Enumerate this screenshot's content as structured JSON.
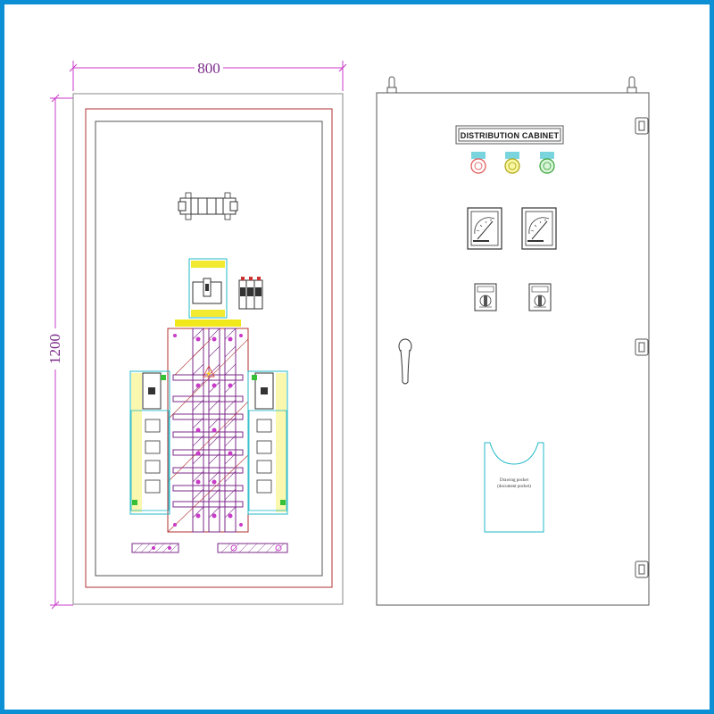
{
  "dimensions": {
    "width_label": "800",
    "height_label": "1200"
  },
  "front_door": {
    "nameplate": "DISTRIBUTION CABINET",
    "indicator_lamps": [
      "lamp-red",
      "lamp-yellow",
      "lamp-green"
    ],
    "meters": [
      "voltmeter",
      "ammeter"
    ],
    "selector_switches": [
      "voltmeter-selector-switch",
      "ammeter-selector-switch"
    ],
    "drawing_pocket_text": [
      "Drawing pocket",
      "(document pocket)"
    ]
  },
  "colors": {
    "frame_border": "#0d8fd6",
    "dimension": "#c83ac8",
    "outline": "#b03030",
    "component": "#20b8c8",
    "yellow": "#f0e81a",
    "green": "#36c036",
    "busbar": "#7b2a8a",
    "panel_line": "#555555"
  }
}
